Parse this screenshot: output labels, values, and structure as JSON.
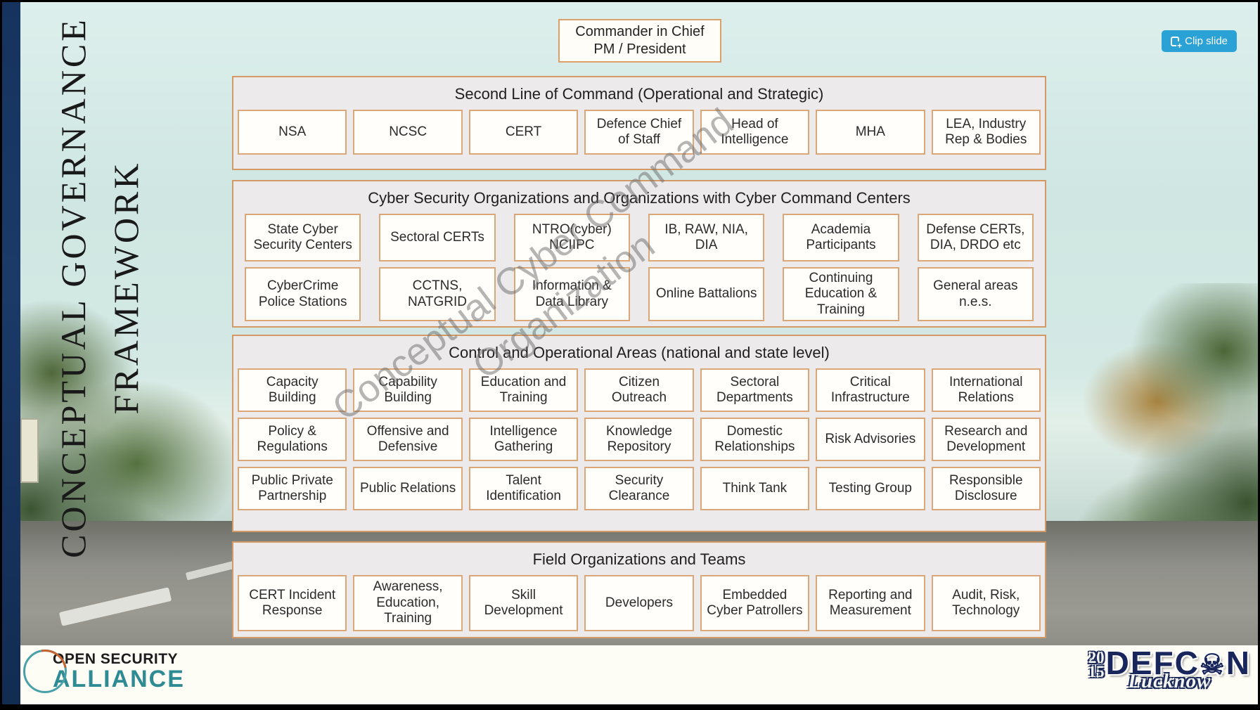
{
  "clip_button": {
    "label": "Clip slide"
  },
  "slide": {
    "vertical_title_line1": "CONCEPTUAL GOVERNANCE",
    "vertical_title_line2": "FRAMEWORK",
    "top_box": "Commander in Chief\nPM / President",
    "watermark_line1": "Conceptual Cyber Command",
    "watermark_line2": "Organization",
    "sections": [
      {
        "title": "Second Line of Command (Operational and Strategic)",
        "rows": [
          [
            "NSA",
            "NCSC",
            "CERT",
            "Defence Chief of Staff",
            "Head of Intelligence",
            "MHA",
            "LEA, Industry Rep & Bodies"
          ]
        ]
      },
      {
        "title": "Cyber Security Organizations and Organizations with Cyber Command Centers",
        "rows": [
          [
            "State Cyber Security Centers",
            "Sectoral CERTs",
            "NTRO(cyber) NCIIPC",
            "IB, RAW, NIA, DIA",
            "Academia Participants",
            "Defense CERTs, DIA, DRDO etc"
          ],
          [
            "CyberCrime Police Stations",
            "CCTNS, NATGRID",
            "Information & Data Library",
            "Online Battalions",
            "Continuing Education & Training",
            "General areas n.e.s."
          ]
        ]
      },
      {
        "title": "Control and Operational Areas (national and state level)",
        "rows": [
          [
            "Capacity Building",
            "Capability Building",
            "Education and Training",
            "Citizen Outreach",
            "Sectoral Departments",
            "Critical Infrastructure",
            "International Relations"
          ],
          [
            "Policy & Regulations",
            "Offensive and Defensive",
            "Intelligence Gathering",
            "Knowledge Repository",
            "Domestic Relationships",
            "Risk Advisories",
            "Research and Development"
          ],
          [
            "Public Private Partnership",
            "Public Relations",
            "Talent Identification",
            "Security Clearance",
            "Think Tank",
            "Testing Group",
            "Responsible Disclosure"
          ]
        ]
      },
      {
        "title": "Field Organizations and Teams",
        "rows": [
          [
            "CERT Incident Response",
            "Awareness, Education, Training",
            "Skill Development",
            "Developers",
            "Embedded Cyber Patrollers",
            "Reporting and Measurement",
            "Audit, Risk, Technology"
          ]
        ]
      }
    ]
  },
  "footer": {
    "logo_left": {
      "line1": "OPEN SECURITY",
      "line2": "ALLIANCE"
    },
    "logo_right": {
      "year_top": "20",
      "year_bottom": "15",
      "name_pre": "DEFC",
      "skull_icon": "☠",
      "name_post": "N",
      "city": "Lucknow"
    }
  },
  "colors": {
    "accent_border": "#D49A66",
    "box_border": "#DBA678",
    "section_bg": "#ECEAEA",
    "box_bg": "#FFFEFB",
    "clip_button_blue": "#2AA2D6",
    "left_bar_navy": "#1B3A68",
    "defcon_navy": "#18265C",
    "alliance_teal": "#2F8B93",
    "watermark_gray": "#6C6C6C"
  }
}
